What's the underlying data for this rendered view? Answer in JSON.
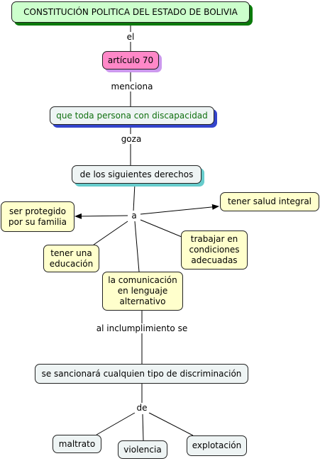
{
  "nodes": {
    "constitucion": "CONSTITUCIÓN POLITICA  DEL ESTADO DE BOLIVIA",
    "articulo": "artículo 70",
    "persona": "que  toda persona con discapacidad",
    "derechos": "de los  siguientes  derechos",
    "protegido_l1": "ser protegido",
    "protegido_l2": "por  su familia",
    "salud": "tener salud  integral",
    "educacion_l1": "tener una",
    "educacion_l2": "educación",
    "trabajar_l1": "trabajar  en",
    "trabajar_l2": "condiciones",
    "trabajar_l3": "adecuadas",
    "comunicacion_l1": "la comunicación",
    "comunicacion_l2": "en lenguaje",
    "comunicacion_l3": "alternativo",
    "sancionara": "se sancionará cualquien tipo de discriminación",
    "maltrato": "maltrato",
    "violencia": "violencia",
    "explotacion": "explotación"
  },
  "links": {
    "el": "el",
    "menciona": "menciona",
    "goza": "goza",
    "a": "a",
    "incumplimiento": "al inclumplimiento se",
    "de": "de"
  },
  "colors": {
    "green_node": "#ccffcc",
    "pink_node": "#ff88c8",
    "yellow_node": "#ffffcc",
    "plain_node": "#eef4f4"
  }
}
